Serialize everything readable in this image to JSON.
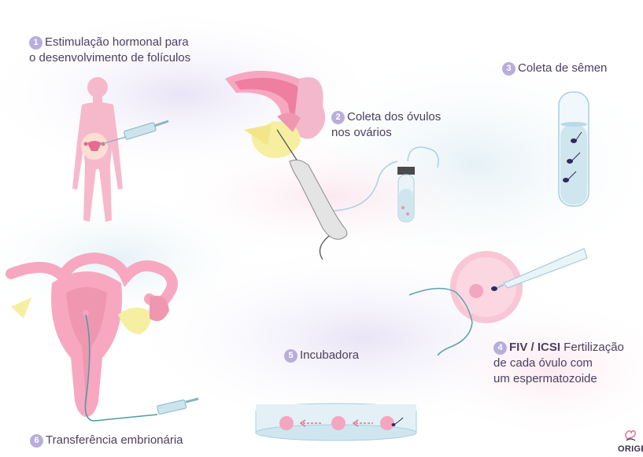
{
  "steps": [
    {
      "number": "1",
      "line1": "Estimulação hormonal para",
      "line2": "o desenvolvimento de folículos"
    },
    {
      "number": "2",
      "line1": "Coleta dos óvulos",
      "line2": "nos ovários"
    },
    {
      "number": "3",
      "line1": "Coleta de sêmen"
    },
    {
      "number": "4",
      "bold": "FIV / ICSI",
      "line1": " Fertilização",
      "line2": "de cada óvulo com",
      "line3": "um espermatozoide"
    },
    {
      "number": "5",
      "line1": "Incubadora"
    },
    {
      "number": "6",
      "line1": "Transferência embrionária"
    }
  ],
  "logo": {
    "text": "ORIGEN"
  },
  "colors": {
    "step_badge": "#b9addb",
    "body_pink": "#f6b9cb",
    "uterus_pink": "#ef97b1",
    "ovary_yellow": "#f6efa2",
    "syringe_blue": "#cbe4ee",
    "cell_pink": "#f9c6d6",
    "text": "#4b3f5e"
  }
}
